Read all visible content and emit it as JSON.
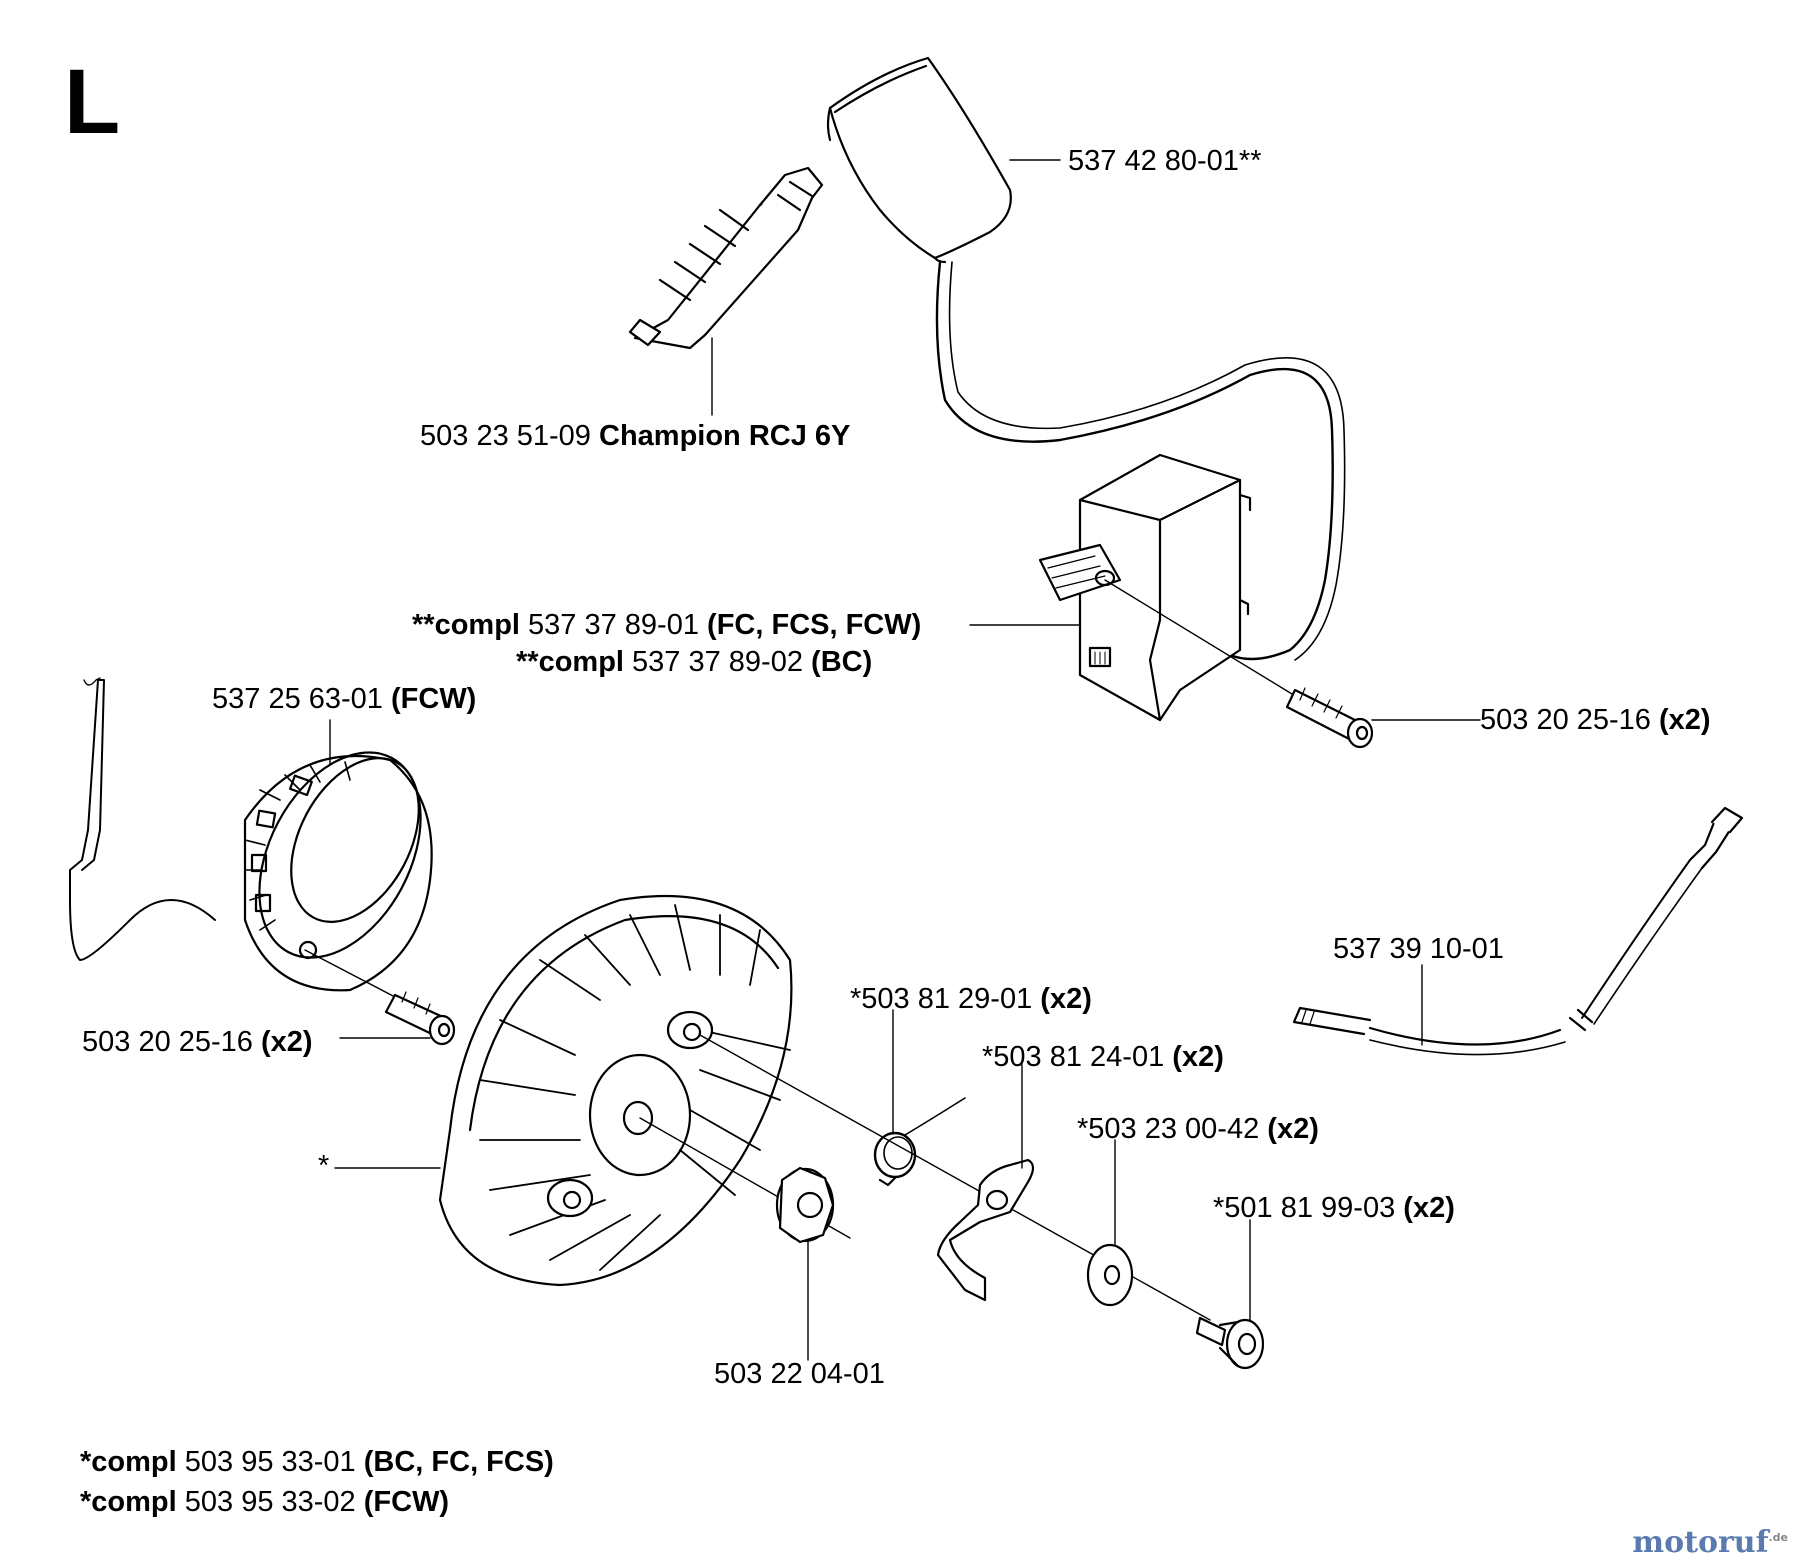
{
  "section_letter": "L",
  "watermark": {
    "text": "motoruf",
    "suffix": ".de"
  },
  "parts": {
    "spark_plug_cap": {
      "number": "537 42 80-01**"
    },
    "spark_plug": {
      "number": "503 23 51-09",
      "note": "Champion RCJ 6Y"
    },
    "ignition_module": {
      "line1_prefix": "**compl",
      "line1_number": "537 37 89-01",
      "line1_note": "(FC, FCS, FCW)",
      "line2_prefix": "**compl",
      "line2_number": "537 37 89-02",
      "line2_note": "(BC)"
    },
    "module_screw": {
      "number": "503 20 25-16",
      "qty": "(x2)"
    },
    "generator": {
      "number": "537 25 63-01",
      "note": "(FCW)"
    },
    "generator_screw": {
      "number": "503 20 25-16",
      "qty": "(x2)"
    },
    "cable": {
      "number": "537 39 10-01"
    },
    "spring": {
      "number": "*503 81 29-01",
      "qty": "(x2)"
    },
    "pawl": {
      "number": "*503 81 24-01",
      "qty": "(x2)"
    },
    "washer": {
      "number": "*503 23 00-42",
      "qty": "(x2)"
    },
    "pawl_screw": {
      "number": "*501 81 99-03",
      "qty": "(x2)"
    },
    "flywheel": {
      "number": "*"
    },
    "nut": {
      "number": "503 22 04-01"
    }
  },
  "footnotes": [
    {
      "prefix": "*compl",
      "number": "503 95 33-01",
      "note": "(BC, FC, FCS)"
    },
    {
      "prefix": "*compl",
      "number": "503 95 33-02",
      "note": "(FCW)"
    }
  ]
}
